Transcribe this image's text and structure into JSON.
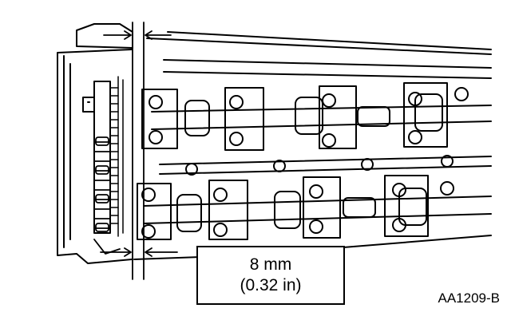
{
  "callout": {
    "measurement_mm": "8 mm",
    "measurement_in": "(0.32 in)"
  },
  "figure_id": "AA1209-B",
  "colors": {
    "line": "#000000",
    "background": "#ffffff"
  }
}
